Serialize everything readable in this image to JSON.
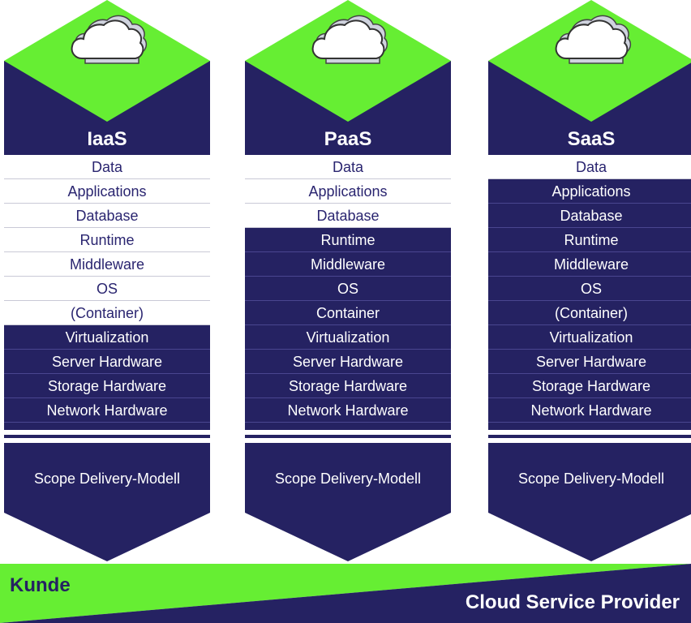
{
  "colors": {
    "dark": "#252262",
    "light": "#ffffff",
    "accent": "#66ee33"
  },
  "columns": [
    {
      "title": "IaaS",
      "rows": [
        {
          "label": "Data",
          "shade": "light"
        },
        {
          "label": "Applications",
          "shade": "light"
        },
        {
          "label": "Database",
          "shade": "light"
        },
        {
          "label": "Runtime",
          "shade": "light"
        },
        {
          "label": "Middleware",
          "shade": "light"
        },
        {
          "label": "OS",
          "shade": "light"
        },
        {
          "label": "(Container)",
          "shade": "light"
        },
        {
          "label": "Virtualization",
          "shade": "dark"
        },
        {
          "label": "Server Hardware",
          "shade": "dark"
        },
        {
          "label": "Storage Hardware",
          "shade": "dark"
        },
        {
          "label": "Network Hardware",
          "shade": "dark"
        }
      ],
      "scope": "Scope Delivery-Modell"
    },
    {
      "title": "PaaS",
      "rows": [
        {
          "label": "Data",
          "shade": "light"
        },
        {
          "label": "Applications",
          "shade": "light"
        },
        {
          "label": "Database",
          "shade": "light"
        },
        {
          "label": "Runtime",
          "shade": "dark"
        },
        {
          "label": "Middleware",
          "shade": "dark"
        },
        {
          "label": "OS",
          "shade": "dark"
        },
        {
          "label": "Container",
          "shade": "dark"
        },
        {
          "label": "Virtualization",
          "shade": "dark"
        },
        {
          "label": "Server Hardware",
          "shade": "dark"
        },
        {
          "label": "Storage Hardware",
          "shade": "dark"
        },
        {
          "label": "Network Hardware",
          "shade": "dark"
        }
      ],
      "scope": "Scope Delivery-Modell"
    },
    {
      "title": "SaaS",
      "rows": [
        {
          "label": "Data",
          "shade": "light"
        },
        {
          "label": "Applications",
          "shade": "dark"
        },
        {
          "label": "Database",
          "shade": "dark"
        },
        {
          "label": "Runtime",
          "shade": "dark"
        },
        {
          "label": "Middleware",
          "shade": "dark"
        },
        {
          "label": "OS",
          "shade": "dark"
        },
        {
          "label": "(Container)",
          "shade": "dark"
        },
        {
          "label": "Virtualization",
          "shade": "dark"
        },
        {
          "label": "Server Hardware",
          "shade": "dark"
        },
        {
          "label": "Storage Hardware",
          "shade": "dark"
        },
        {
          "label": "Network Hardware",
          "shade": "dark"
        }
      ],
      "scope": "Scope Delivery-Modell"
    }
  ],
  "bottom": {
    "left_label": "Kunde",
    "right_label": "Cloud Service Provider"
  },
  "icons": {
    "column_icon": "cloud-icon"
  }
}
